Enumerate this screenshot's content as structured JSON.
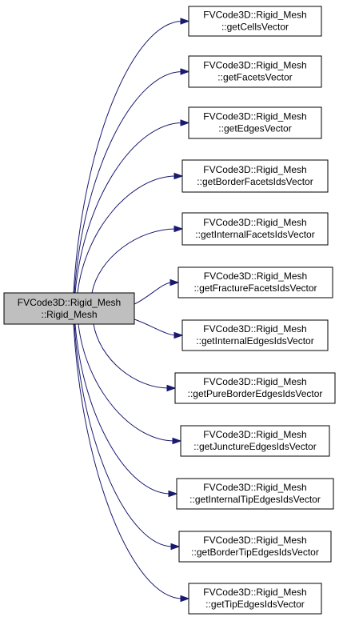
{
  "colors": {
    "edge": "#191970",
    "node_border": "#000000",
    "node_fill": "#ffffff",
    "source_fill": "#bfbfbf"
  },
  "source": {
    "line1": "FVCode3D::Rigid_Mesh",
    "line2": "::Rigid_Mesh"
  },
  "targets": [
    {
      "line1": "FVCode3D::Rigid_Mesh",
      "line2": "::getCellsVector"
    },
    {
      "line1": "FVCode3D::Rigid_Mesh",
      "line2": "::getFacetsVector"
    },
    {
      "line1": "FVCode3D::Rigid_Mesh",
      "line2": "::getEdgesVector"
    },
    {
      "line1": "FVCode3D::Rigid_Mesh",
      "line2": "::getBorderFacetsIdsVector"
    },
    {
      "line1": "FVCode3D::Rigid_Mesh",
      "line2": "::getInternalFacetsIdsVector"
    },
    {
      "line1": "FVCode3D::Rigid_Mesh",
      "line2": "::getFractureFacetsIdsVector"
    },
    {
      "line1": "FVCode3D::Rigid_Mesh",
      "line2": "::getInternalEdgesIdsVector"
    },
    {
      "line1": "FVCode3D::Rigid_Mesh",
      "line2": "::getPureBorderEdgesIdsVector"
    },
    {
      "line1": "FVCode3D::Rigid_Mesh",
      "line2": "::getJunctureEdgesIdsVector"
    },
    {
      "line1": "FVCode3D::Rigid_Mesh",
      "line2": "::getInternalTipEdgesIdsVector"
    },
    {
      "line1": "FVCode3D::Rigid_Mesh",
      "line2": "::getBorderTipEdgesIdsVector"
    },
    {
      "line1": "FVCode3D::Rigid_Mesh",
      "line2": "::getTipEdgesIdsVector"
    }
  ]
}
